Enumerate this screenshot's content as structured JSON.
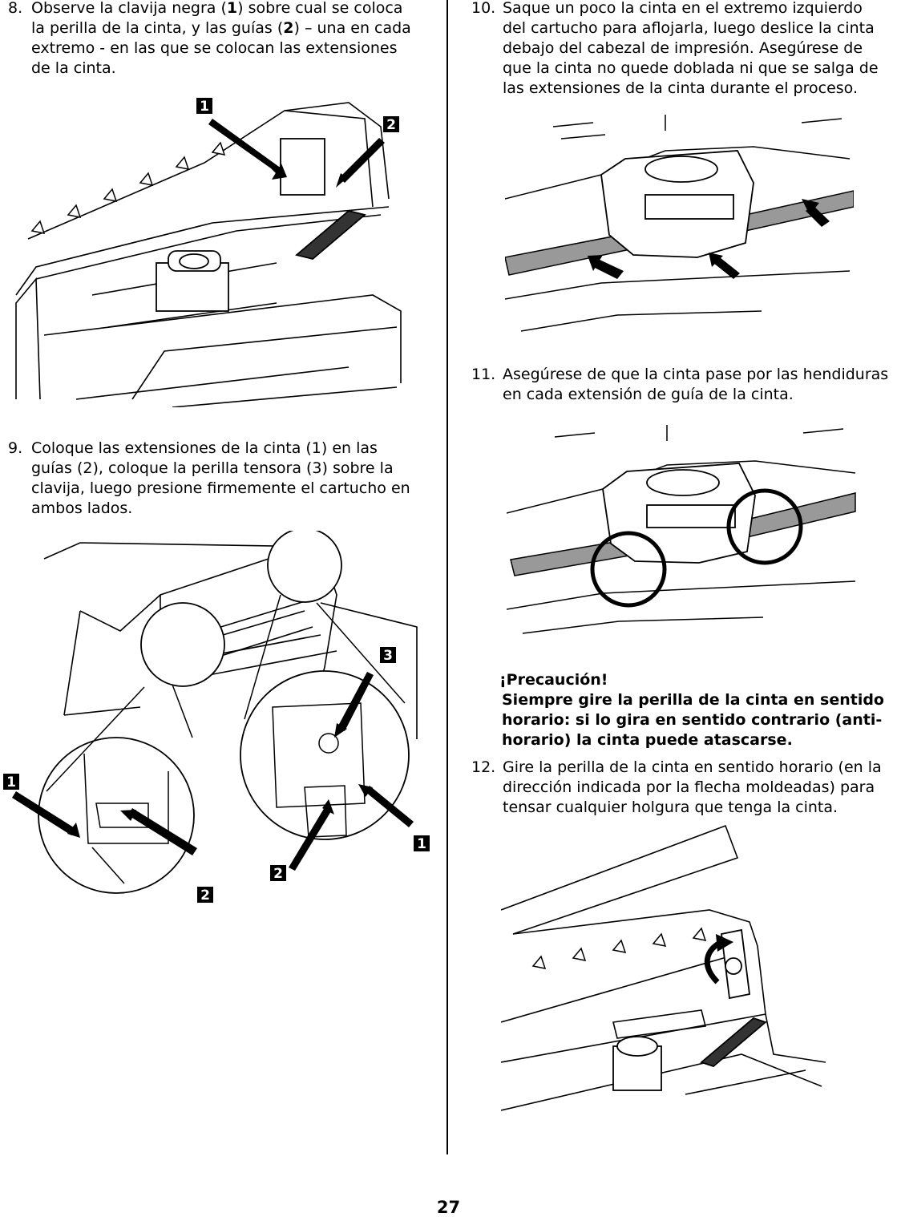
{
  "page_number": "27",
  "steps": {
    "s8": {
      "number": "8.",
      "lines": [
        "Observe la clavija negra (",
        "1",
        ") sobre cual se coloca",
        "la perilla de la cinta, y las guías (",
        "2",
        ") – una en cada",
        "extremo - en las que se colocan las extensiones",
        "de la cinta."
      ]
    },
    "s9": {
      "number": "9.",
      "lines": [
        "Coloque las extensiones de la cinta (1) en las",
        "guías (2), coloque la perilla tensora (3) sobre la",
        "clavija, luego presione firmemente el cartucho en",
        "ambos lados."
      ]
    },
    "s10": {
      "number": "10.",
      "lines": [
        "Saque un poco la cinta en el extremo izquierdo",
        "del cartucho para aflojarla, luego deslice la cinta",
        "debajo del cabezal de impresión. Asegúrese de",
        "que la cinta no quede doblada ni que se salga de",
        "las extensiones de la cinta durante el proceso."
      ]
    },
    "s11": {
      "number": "11.",
      "lines": [
        "Asegúrese de que la cinta pase por las hendiduras",
        "en cada extensión de guía de la cinta."
      ]
    },
    "s12": {
      "number": "12.",
      "lines": [
        "Gire la perilla de la cinta en sentido horario (en la",
        "dirección indicada por la flecha moldeadas) para",
        "tensar cualquier holgura que tenga la cinta."
      ]
    }
  },
  "caution": {
    "title": "¡Precaución!",
    "lines": [
      "Siempre gire la perilla de la cinta en sentido",
      "horario: si lo gira en sentido contrario (anti-",
      "horario) la cinta puede atascarse."
    ]
  },
  "figure_labels": {
    "fig8": [
      "1",
      "2"
    ],
    "fig9": [
      "3",
      "1",
      "1",
      "2",
      "2"
    ]
  }
}
